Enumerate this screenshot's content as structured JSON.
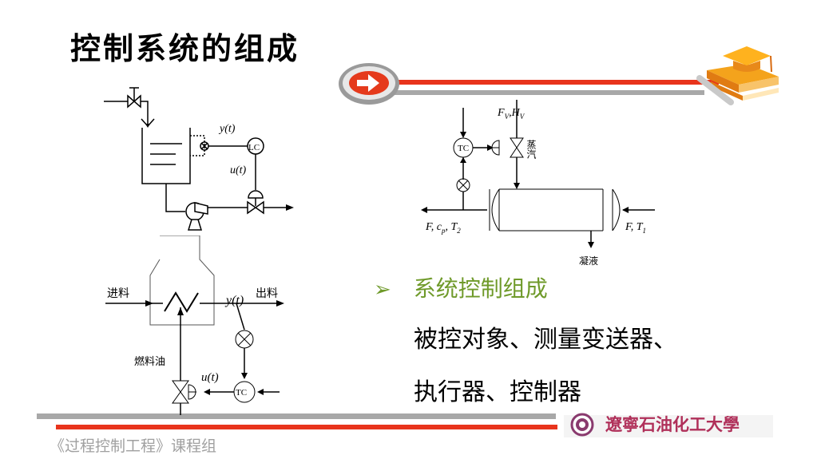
{
  "slide": {
    "title": "控制系统的组成",
    "bullet_marker": "➢",
    "bullet_heading": "系统控制组成",
    "body_line1": "被控对象、测量变送器、",
    "body_line2": "执行器、控制器",
    "footer": "《过程控制工程》课程组",
    "university": "遼寧石油化工大學"
  },
  "diagram_tank": {
    "signal_y": "y(t)",
    "signal_u": "u(t)",
    "controller": "LC"
  },
  "diagram_furnace": {
    "feed_in": "进料",
    "product_out": "出料",
    "fuel": "燃料油",
    "signal_y": "y(t)",
    "signal_u": "u(t)",
    "controller": "TC"
  },
  "diagram_exchanger": {
    "steam_flow": "F",
    "steam_flow_sub": "V",
    "steam_enthalpy": "H",
    "steam_enthalpy_sub": "V",
    "steam": "蒸汽",
    "controller": "TC",
    "outlet_label": "F, c",
    "outlet_cp_sub": "p",
    "outlet_t": "T",
    "outlet_t_sub": "2",
    "inlet_label": "F, T",
    "inlet_t_sub": "1",
    "condensate": "凝液"
  },
  "colors": {
    "accent_red": "#e8341c",
    "bar_gray": "#a8a8a8",
    "bullet_green": "#6f9a2a",
    "footer_gray": "#a0a0a0",
    "univ_color": "#b0305a"
  },
  "icons": [
    "arrow-button-icon",
    "books-graduation-cap-icon",
    "university-seal-icon"
  ]
}
